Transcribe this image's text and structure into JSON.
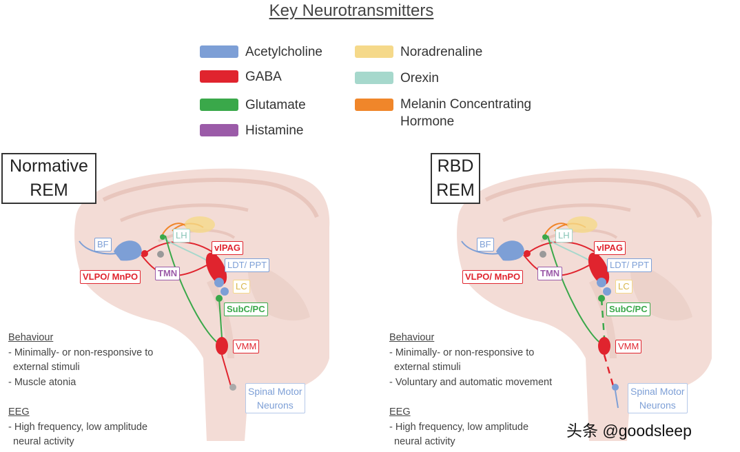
{
  "title": "Key Neurotransmitters",
  "legend": [
    {
      "label": "Acetylcholine",
      "color": "#7d9fd6"
    },
    {
      "label": "GABA",
      "color": "#e0242e"
    },
    {
      "label": "Glutamate",
      "color": "#3aa84a"
    },
    {
      "label": "Histamine",
      "color": "#9b5ba8"
    },
    {
      "label": "Noradrenaline",
      "color": "#f5d98a"
    },
    {
      "label": "Orexin",
      "color": "#a6d8cc"
    },
    {
      "label": "Melanin Concentrating Hormone",
      "color": "#f0862a"
    }
  ],
  "panels": [
    {
      "badge_line1": "Normative",
      "badge_line2": "REM",
      "labels": {
        "bf": "BF",
        "lh": "LH",
        "vlpag": "vlPAG",
        "ldt_ppt": "LDT/ PPT",
        "lc": "LC",
        "vlpo": "VLPO/ MnPO",
        "tmn": "TMN",
        "subc_pc": "SubC/PC",
        "vmm": "VMM",
        "spinal_1": "Spinal Motor",
        "spinal_2": "Neurons"
      },
      "behaviour_heading": "Behaviour",
      "behaviour": [
        "- Minimally- or non-responsive to",
        "external stimuli",
        "- Muscle atonia"
      ],
      "eeg_heading": "EEG",
      "eeg": [
        "- High frequency, low amplitude",
        "neural activity"
      ]
    },
    {
      "badge_line1": "RBD",
      "badge_line2": "REM",
      "labels": {
        "bf": "BF",
        "lh": "LH",
        "vlpag": "vlPAG",
        "ldt_ppt": "LDT/ PPT",
        "lc": "LC",
        "vlpo": "VLPO/ MnPO",
        "tmn": "TMN",
        "subc_pc": "SubC/PC",
        "vmm": "VMM",
        "spinal_1": "Spinal Motor",
        "spinal_2": "Neurons"
      },
      "behaviour_heading": "Behaviour",
      "behaviour": [
        "- Minimally- or non-responsive to",
        "external stimuli",
        "- Voluntary and automatic movement"
      ],
      "eeg_heading": "EEG",
      "eeg": [
        "- High frequency, low amplitude",
        "neural activity"
      ]
    }
  ],
  "watermark": "头条 @goodsleep"
}
